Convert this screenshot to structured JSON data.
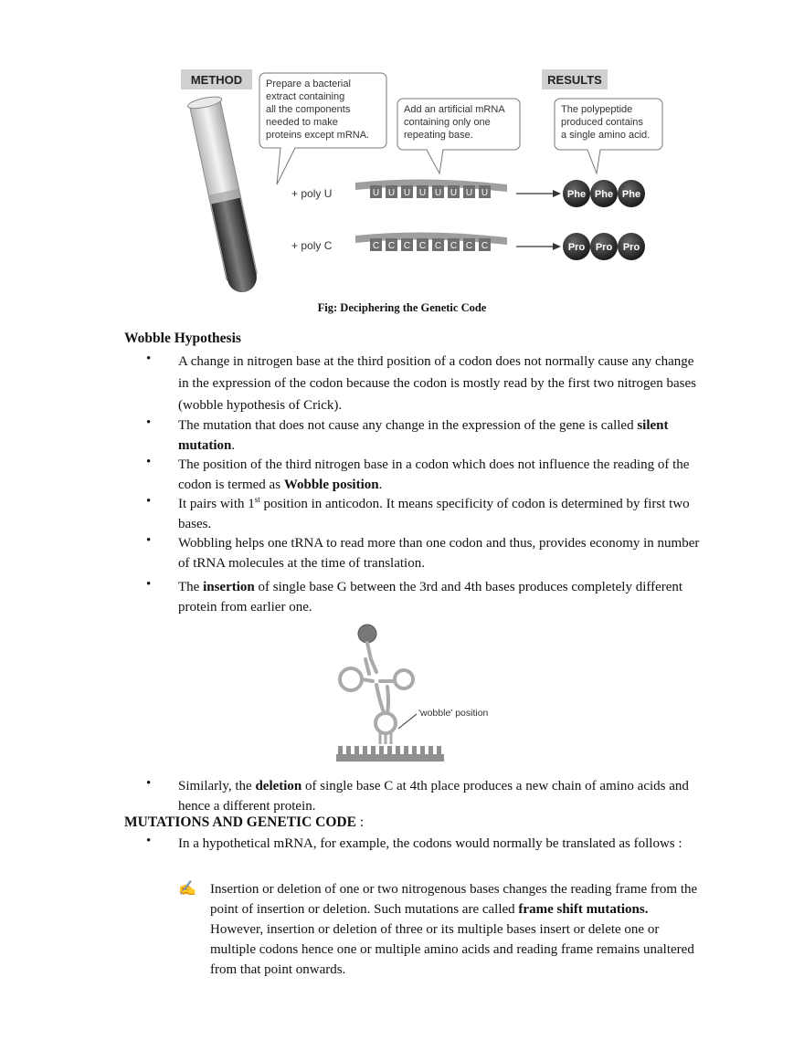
{
  "figure1": {
    "method_label": "METHOD",
    "results_label": "RESULTS",
    "bubble1": [
      "Prepare a bacterial",
      "extract containing",
      "all the components",
      "needed to make",
      "proteins except mRNA."
    ],
    "bubble2": [
      "Add an artificial mRNA",
      "containing only one",
      "repeating base."
    ],
    "bubble3": [
      "The polypeptide",
      "produced contains",
      "a single amino acid."
    ],
    "row1": {
      "label": "+ poly U",
      "base": "U",
      "amino": "Phe"
    },
    "row2": {
      "label": "+ poly C",
      "base": "C",
      "amino": "Pro"
    },
    "caption": "Fig: Deciphering the Genetic Code"
  },
  "wobble": {
    "heading": "Wobble Hypothesis",
    "bullet_symbol": "•",
    "b1": "A change in nitrogen base at the third position of a codon does not normally cause any change in the expression of the codon because the codon is mostly read by the first two nitrogen bases (wobble hypothesis of Crick).",
    "b2_pre": "The mutation that does not cause any change in the expression of the gene is called ",
    "b2_bold": "silent mutation",
    "b2_post": ".",
    "b3_pre": "The position of the third nitrogen base in a codon which does not influence the reading of the codon is termed as ",
    "b3_bold": "Wobble position",
    "b3_post": ".",
    "b4_pre": "It pairs with 1",
    "b4_sup": "st",
    "b4_post": " position in anticodon. It means specificity of codon is determined by first two bases.",
    "b5": "Wobbling helps one tRNA to read more than one codon and thus, provides economy in number of tRNA molecules at the time of translation.",
    "b6_pre": "The ",
    "b6_bold": "insertion",
    "b6_post": " of single base G between the 3rd and 4th bases produces completely different protein from earlier one.",
    "figure2_label": "'wobble' position",
    "b7_pre": "Similarly, the ",
    "b7_bold": "deletion",
    "b7_post": " of single base C at 4th place produces a new chain of amino acids and hence a different protein."
  },
  "mutations": {
    "heading": "MUTATIONS AND GENETIC CODE",
    "heading_suffix": " :",
    "b1": "In a hypothetical mRNA, for example, the codons would normally be translated as follows :",
    "pen_symbol": "✍",
    "p1_pre": "Insertion or deletion of one or two nitrogenous bases changes the reading frame from the point of insertion or deletion. Such mutations are called ",
    "p1_bold": "frame shift mutations.",
    "p1_post": " However, insertion or deletion of three or its multiple bases insert or delete one or multiple codons hence one or multiple amino acids and reading frame remains unaltered from that point onwards."
  }
}
